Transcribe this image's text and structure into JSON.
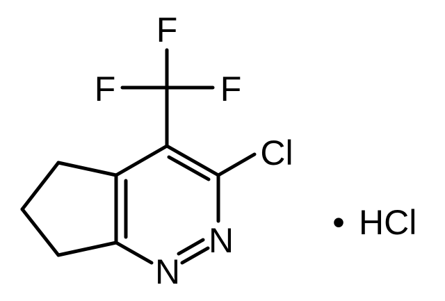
{
  "molecule": {
    "atoms": {
      "f_top": "F",
      "f_left": "F",
      "f_right": "F",
      "chlorine": "Cl",
      "nitrogen_upper": "N",
      "nitrogen_lower": "N"
    },
    "salt": {
      "bullet": "•",
      "formula": "HCl"
    }
  },
  "colors": {
    "ink": "#000000",
    "background": "#ffffff"
  }
}
